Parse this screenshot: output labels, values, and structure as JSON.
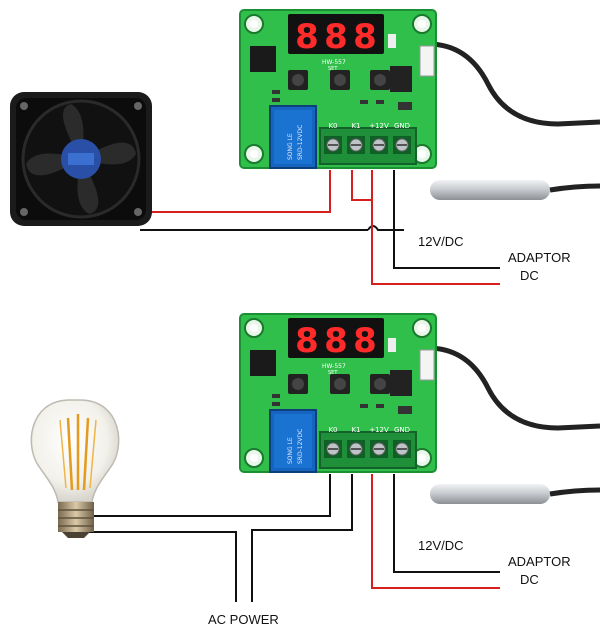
{
  "panels": [
    {
      "id": "fan-circuit",
      "load": "fan",
      "board": {
        "display_digits": [
          "8",
          "8",
          "8"
        ],
        "model": "HW-557",
        "set_label": "SET",
        "terminals": [
          "K0",
          "K1",
          "+12V",
          "GND"
        ],
        "relay_brand": "SONG LE",
        "relay_model": "SRD-12VDC"
      },
      "supply_voltage_label": "12V/DC",
      "adaptor_label": "ADAPTOR",
      "dc_label": "DC"
    },
    {
      "id": "lamp-circuit",
      "load": "bulb",
      "board": {
        "display_digits": [
          "8",
          "8",
          "8"
        ],
        "model": "HW-557",
        "set_label": "SET",
        "terminals": [
          "K0",
          "K1",
          "+12V",
          "GND"
        ],
        "relay_brand": "SONG LE",
        "relay_model": "SRD-12VDC"
      },
      "supply_voltage_label": "12V/DC",
      "adaptor_label": "ADAPTOR",
      "dc_label": "DC",
      "ac_label": "AC POWER"
    }
  ],
  "colors": {
    "wire_red": "#d61f1f",
    "wire_black": "#111111",
    "pcb_green": "#2fbf4a",
    "terminal_green": "#1f8f3a",
    "display_red": "#ff2a2a",
    "probe_steel": "#c9ccd0"
  }
}
